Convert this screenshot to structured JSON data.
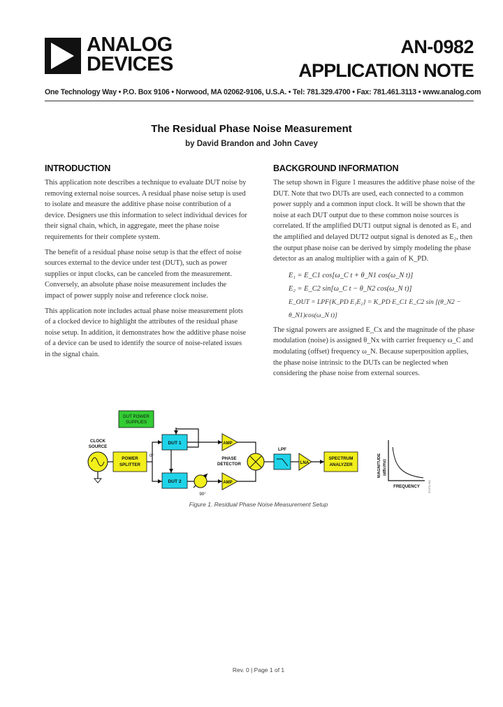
{
  "header": {
    "logo_line1": "ANALOG",
    "logo_line2": "DEVICES",
    "doc_number": "AN-0982",
    "doc_type": "APPLICATION NOTE",
    "address": "One Technology Way • P.O. Box 9106 • Norwood, MA 02062-9106, U.S.A. • Tel: 781.329.4700 • Fax: 781.461.3113 • www.analog.com"
  },
  "title": "The Residual Phase Noise Measurement",
  "authors": "by David Brandon and John Cavey",
  "introduction": {
    "heading": "INTRODUCTION",
    "paragraphs": [
      "This application note describes a technique to evaluate DUT noise by removing external noise sources. A residual phase noise setup is used to isolate and measure the additive phase noise contribution of a device. Designers use this information to select individual devices for their signal chain, which, in aggregate, meet the phase noise requirements for their complete system.",
      "The benefit of a residual phase noise setup is that the effect of noise sources external to the device under test (DUT), such as power supplies or input clocks, can be canceled from the measurement. Conversely, an absolute phase noise measurement includes the impact of power supply noise and reference clock noise.",
      "This application note includes actual phase noise measurement plots of a clocked device to highlight the attributes of the residual phase noise setup. In addition, it demonstrates how the additive phase noise of a device can be used to identify the source of noise-related issues in the signal chain."
    ]
  },
  "background": {
    "heading": "BACKGROUND INFORMATION",
    "paragraph1": "The setup shown in Figure 1 measures the additive phase noise of the DUT. Note that two DUTs are used, each connected to a common power supply and a common input clock. It will be shown that the noise at each DUT output due to these common noise sources is correlated. If the amplified DUT1 output signal is denoted as E₁ and the amplified and delayed DUT2 output signal is denoted as E₂, then the output phase noise can be derived by simply modeling the phase detector as an analog multiplier with a gain of K_PD.",
    "equations": [
      "E₁ = E_C1 cos[ω_C t + θ_N1 cos(ω_N t)]",
      "E₂ = E_C2 sin[ω_C t − θ_N2 cos(ω_N t)]",
      "E_OUT = LPF{K_PD E₁E₂} = K_PD E_C1 E_C2 sin [(θ_N2 − θ_N1)cos(ω_N t)]"
    ],
    "paragraph2": "The signal powers are assigned E_Cx and the magnitude of the phase modulation (noise) is assigned θ_Nx with carrier frequency ω_C and modulating (offset) frequency ω_N. Because superposition applies, the phase noise intrinsic to the DUTs can be neglected when considering the phase noise from external sources."
  },
  "figure": {
    "labels": {
      "dut_power": [
        "DUT POWER",
        "SUPPLIES"
      ],
      "clock_source": [
        "CLOCK",
        "SOURCE"
      ],
      "power_splitter": [
        "POWER",
        "SPLITTER"
      ],
      "zero_deg": "0°",
      "ninety_deg": "90°",
      "dut1": "DUT 1",
      "dut2": "DUT 2",
      "amp1": "AMP",
      "amp2": "AMP",
      "phase_detector": [
        "PHASE",
        "DETECTOR"
      ],
      "lpf": "LPF",
      "lna": "LNA",
      "spectrum_analyzer": [
        "SPECTRUM",
        "ANALYZER"
      ],
      "magnitude": "MAGNITUDE",
      "magnitude_unit": "(dBc/Hz)",
      "frequency": "FREQUENCY",
      "figure_id": "07476-001"
    },
    "colors": {
      "green_block": "#33cc33",
      "cyan_block": "#1fd3e8",
      "yellow_block": "#f2ef1c",
      "wire": "#111111"
    },
    "caption": "Figure 1. Residual Phase Noise Measurement Setup"
  },
  "footer": "Rev. 0 | Page 1 of 1"
}
